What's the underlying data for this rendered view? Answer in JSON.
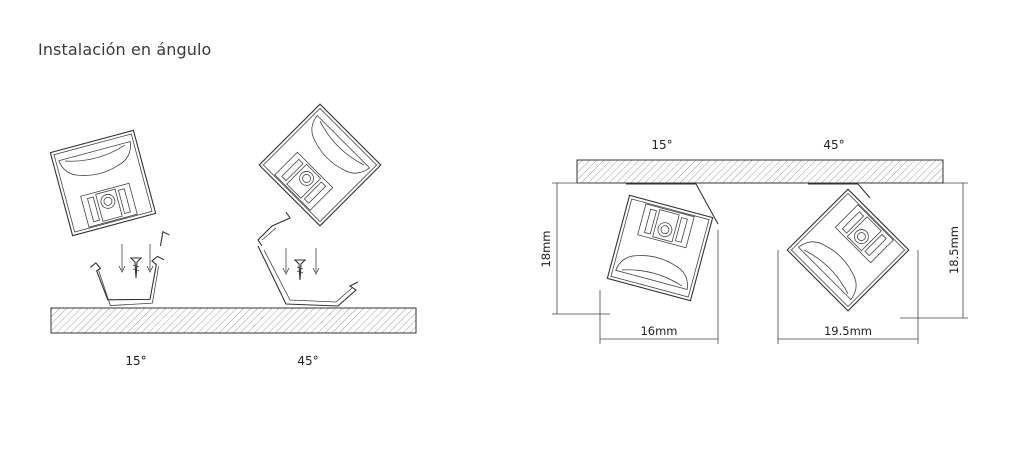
{
  "title": "Instalación en ángulo",
  "left_diagram": {
    "label_15": "15°",
    "label_45": "45°"
  },
  "right_diagram": {
    "label_15": "15°",
    "label_45": "45°",
    "dim_height_left": "18mm",
    "dim_height_right": "18.5mm",
    "dim_width_left": "16mm",
    "dim_width_right": "19.5mm"
  }
}
